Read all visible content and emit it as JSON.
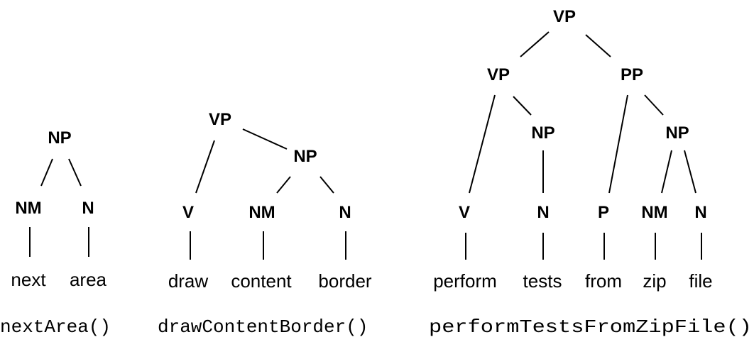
{
  "trees": [
    {
      "nodes": [
        "NP",
        "NM",
        "N"
      ],
      "words": [
        "next",
        "area"
      ],
      "identifier": "nextArea()"
    },
    {
      "nodes": [
        "VP",
        "V",
        "NP",
        "NM",
        "N"
      ],
      "words": [
        "draw",
        "content",
        "border"
      ],
      "identifier": "drawContentBorder()"
    },
    {
      "nodes": [
        "VP",
        "VP",
        "PP",
        "V",
        "NP",
        "N",
        "P",
        "NP",
        "NM",
        "N"
      ],
      "words": [
        "perform",
        "tests",
        "from",
        "zip",
        "file"
      ],
      "identifier": "performTestsFromZipFile()"
    }
  ]
}
